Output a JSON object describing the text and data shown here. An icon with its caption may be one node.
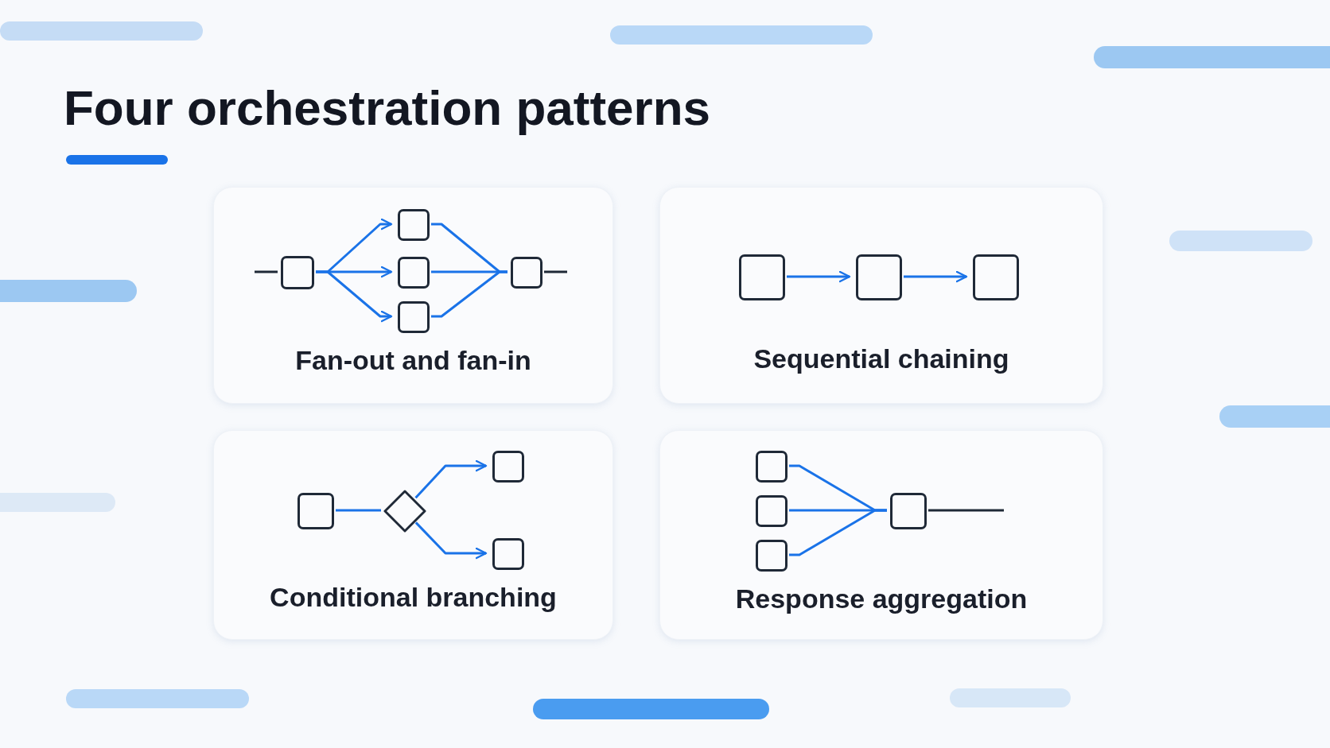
{
  "diagram": {
    "title": "Four orchestration patterns",
    "nodes": [
      {
        "text": [
          "Fan-out and fan-in"
        ]
      },
      {
        "text": [],
        "shape": "box",
        "in": 0
      },
      {
        "text": [],
        "shape": "box",
        "in": 0
      },
      {
        "text": [],
        "shape": "box",
        "in": 0
      },
      {
        "text": [],
        "shape": "box",
        "in": 0
      },
      {
        "text": [],
        "shape": "box",
        "in": 0
      },
      {
        "text": [
          "Sequential chaining"
        ]
      },
      {
        "text": [],
        "shape": "box",
        "in": 6
      },
      {
        "text": [],
        "shape": "box",
        "in": 6
      },
      {
        "text": [],
        "shape": "box",
        "in": 6
      },
      {
        "text": [
          "Conditional branching"
        ]
      },
      {
        "text": [],
        "shape": "box",
        "in": 10
      },
      {
        "text": [],
        "shape": "diamond",
        "in": 10
      },
      {
        "text": [],
        "shape": "box",
        "in": 10
      },
      {
        "text": [],
        "shape": "box",
        "in": 10
      },
      {
        "text": [
          "Response aggregation"
        ]
      },
      {
        "text": [],
        "shape": "box",
        "in": 15
      },
      {
        "text": [],
        "shape": "box",
        "in": 15
      },
      {
        "text": [],
        "shape": "box",
        "in": 15
      },
      {
        "text": [],
        "shape": "box",
        "in": 15
      }
    ],
    "edges": [
      {
        "from": null,
        "to": 1,
        "arrow": "none",
        "color": "#1f2937"
      },
      {
        "from": 1,
        "to": 2,
        "arrow": "to"
      },
      {
        "from": 1,
        "to": 3,
        "arrow": "to"
      },
      {
        "from": 1,
        "to": 4,
        "arrow": "to"
      },
      {
        "from": 2,
        "to": 5,
        "arrow": "none"
      },
      {
        "from": 3,
        "to": 5,
        "arrow": "none"
      },
      {
        "from": 4,
        "to": 5,
        "arrow": "none"
      },
      {
        "from": 5,
        "to": null,
        "arrow": "none",
        "color": "#1f2937"
      },
      {
        "from": 7,
        "to": 8,
        "arrow": "to"
      },
      {
        "from": 8,
        "to": 9,
        "arrow": "to"
      },
      {
        "from": 11,
        "to": 12,
        "arrow": "none"
      },
      {
        "from": 12,
        "to": 13,
        "arrow": "to"
      },
      {
        "from": 12,
        "to": 14,
        "arrow": "to"
      },
      {
        "from": 16,
        "to": 19,
        "arrow": "none"
      },
      {
        "from": 17,
        "to": 19,
        "arrow": "none"
      },
      {
        "from": 18,
        "to": 19,
        "arrow": "none"
      },
      {
        "from": 19,
        "to": null,
        "arrow": "none",
        "color": "#1f2937"
      }
    ]
  }
}
